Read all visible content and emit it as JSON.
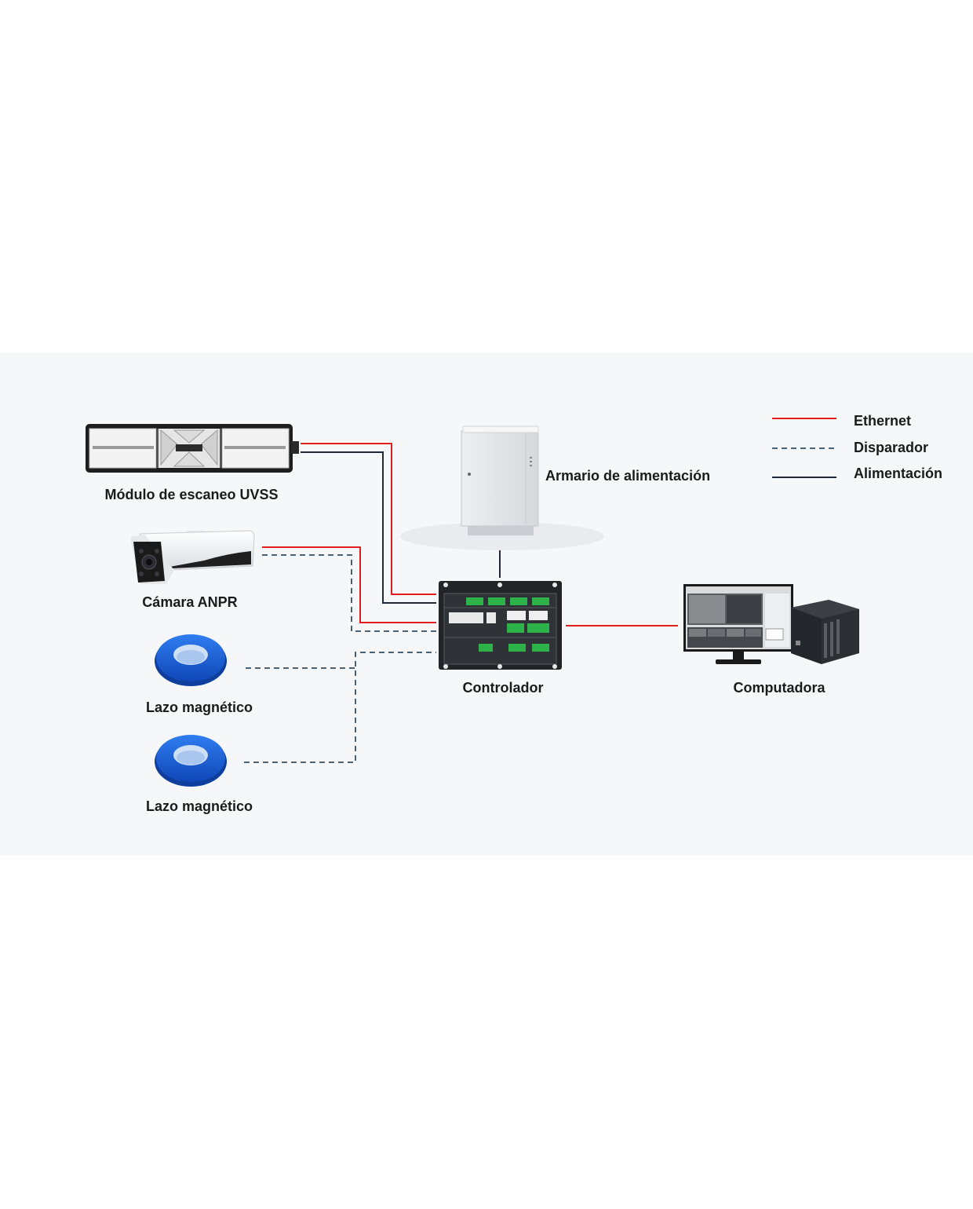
{
  "devices": {
    "uvss": {
      "label": "Módulo de escaneo UVSS",
      "icon": "uvss-scanner-icon"
    },
    "cabinet": {
      "label": "Armario de alimentación",
      "icon": "power-cabinet-icon"
    },
    "camera": {
      "label": "Cámara ANPR",
      "icon": "anpr-camera-icon"
    },
    "controller": {
      "label": "Controlador",
      "icon": "controller-board-icon"
    },
    "computer": {
      "label": "Computadora",
      "icon": "computer-workstation-icon"
    },
    "loop1": {
      "label": "Lazo magnético",
      "icon": "magnetic-loop-icon"
    },
    "loop2": {
      "label": "Lazo magnético",
      "icon": "magnetic-loop-icon"
    }
  },
  "legend": [
    {
      "label": "Ethernet",
      "color": "#e02020",
      "style": "solid"
    },
    {
      "label": "Disparador",
      "color": "#4a6275",
      "style": "dashed"
    },
    {
      "label": "Alimentación",
      "color": "#1c2838",
      "style": "solid"
    }
  ],
  "colors": {
    "ethernet": "#e02020",
    "trigger": "#4a6275",
    "power": "#1c2838",
    "panel": "#f6f7f9",
    "loop": "#1a5fd6"
  }
}
